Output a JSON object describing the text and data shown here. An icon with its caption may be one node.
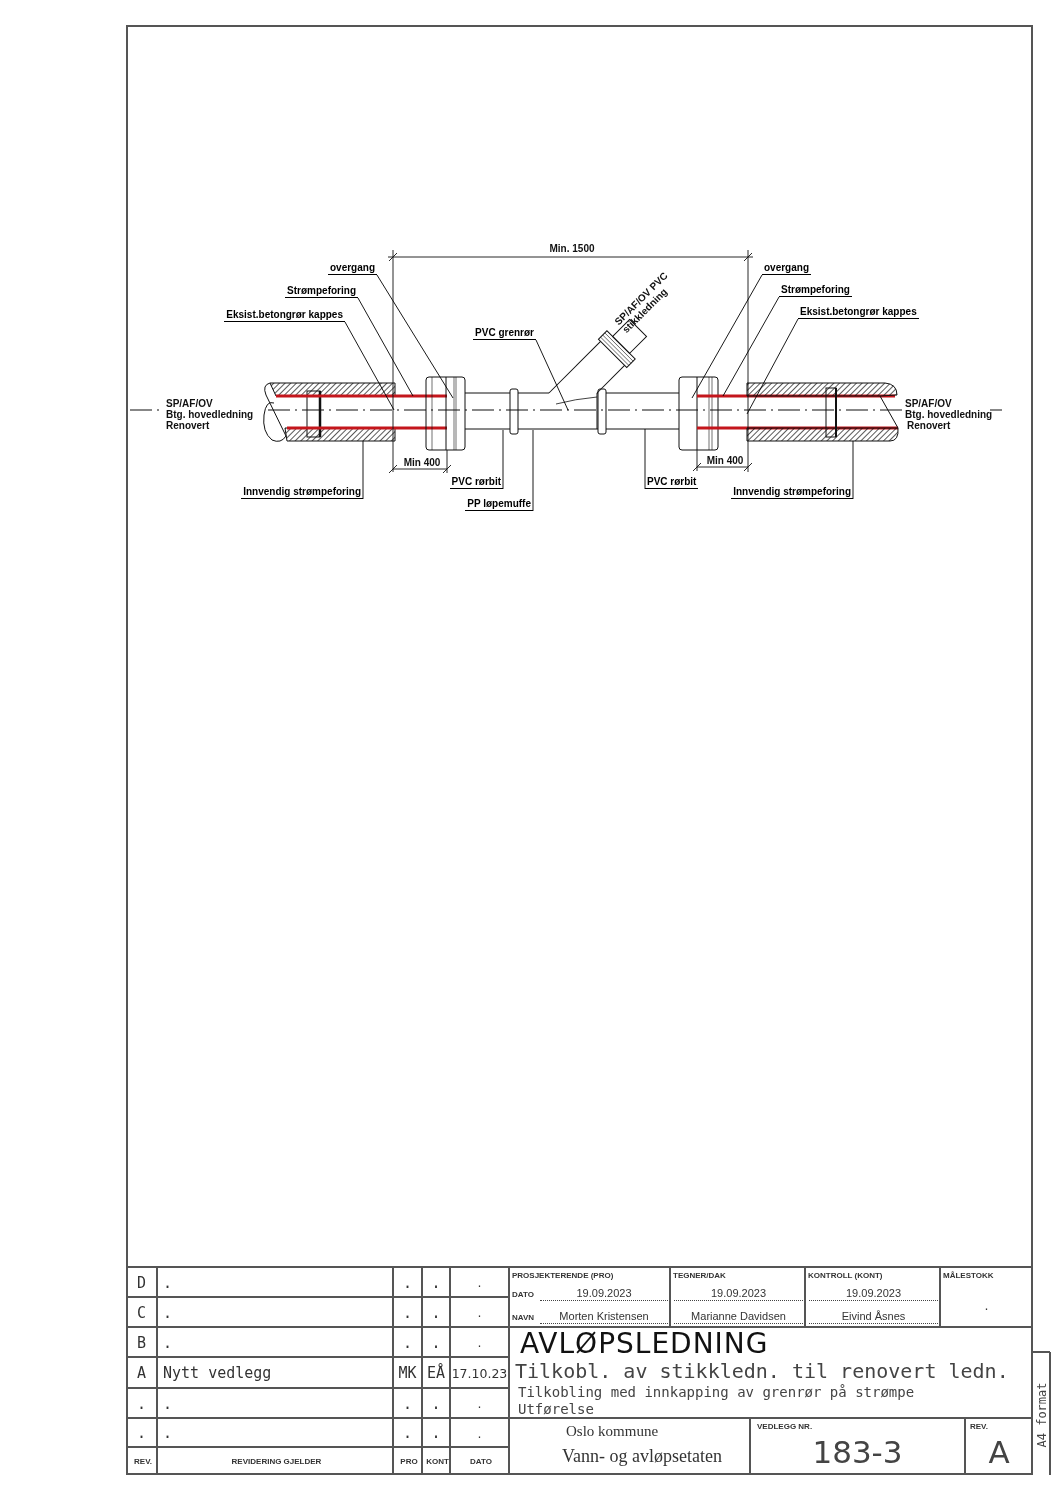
{
  "diagram": {
    "title": "AVLØPSLEDNING",
    "nodes": [
      {
        "text": [
          "overgang"
        ]
      },
      {
        "text": [
          "Strømpeforing"
        ]
      },
      {
        "text": [
          "Eksist.betongrør kappes"
        ]
      },
      {
        "text": [
          "PVC grenrør"
        ]
      },
      {
        "text": [
          "PVC rørbit"
        ]
      },
      {
        "text": [
          "PP løpemuffe"
        ]
      },
      {
        "text": [
          "Innvendig strømpeforing"
        ]
      },
      {
        "text": [
          "overgang"
        ]
      },
      {
        "text": [
          "Strømpeforing"
        ]
      },
      {
        "text": [
          "Eksist.betongrør kappes"
        ]
      },
      {
        "text": [
          "PVC rørbit"
        ]
      },
      {
        "text": [
          "Innvendig strømpeforing"
        ]
      }
    ],
    "edges": [
      {
        "from": 0,
        "to": null,
        "arrow": "none"
      },
      {
        "from": 1,
        "to": null,
        "arrow": "none"
      },
      {
        "from": 2,
        "to": null,
        "arrow": "none"
      },
      {
        "from": 3,
        "to": null,
        "arrow": "none"
      },
      {
        "from": 4,
        "to": null,
        "arrow": "none"
      },
      {
        "from": 5,
        "to": null,
        "arrow": "none"
      },
      {
        "from": 6,
        "to": null,
        "arrow": "none"
      },
      {
        "from": 7,
        "to": null,
        "arrow": "none"
      },
      {
        "from": 8,
        "to": null,
        "arrow": "none"
      },
      {
        "from": 9,
        "to": null,
        "arrow": "none"
      },
      {
        "from": 10,
        "to": null,
        "arrow": "none"
      },
      {
        "from": 11,
        "to": null,
        "arrow": "none"
      }
    ],
    "labels": [
      "Min. 1500",
      "Min 400",
      "Min 400",
      "SP/AF/OV PVC stikkledning",
      "SP/AF/OV",
      "Btg. hovedledning",
      "Renovert",
      "SP/AF/OV",
      "Btg. hovedledning",
      "Renovert",
      "D",
      ".",
      ".",
      ".",
      ".",
      "C",
      ".",
      ".",
      ".",
      ".",
      "B",
      ".",
      ".",
      ".",
      ".",
      "A",
      "Nytt vedlegg",
      "MK",
      "EÅ",
      "17.10.23",
      ".",
      ".",
      ".",
      ".",
      ".",
      ".",
      ".",
      ".",
      ".",
      ".",
      "REV.",
      "REVIDERING GJELDER",
      "PRO",
      "KONT",
      "DATO",
      "PROSJEKTERENDE (PRO)",
      "TEGNER/DAK",
      "KONTROLL (KONT)",
      "MÅLESTOKK",
      "DATO",
      "19.09.2023",
      "19.09.2023",
      "19.09.2023",
      ".",
      "NAVN",
      "Morten Kristensen",
      "Marianne Davidsen",
      "Eivind Åsnes",
      "Tilkobl. av stikkledn. til renovert ledn.",
      "Tilkobling med innkapping av grenrør på strømpe",
      "Utførelse",
      "Oslo kommune",
      "Vann- og avløpsetaten",
      "VEDLEGG NR.",
      "183-3",
      "REV.",
      "A",
      "A4 format"
    ]
  }
}
